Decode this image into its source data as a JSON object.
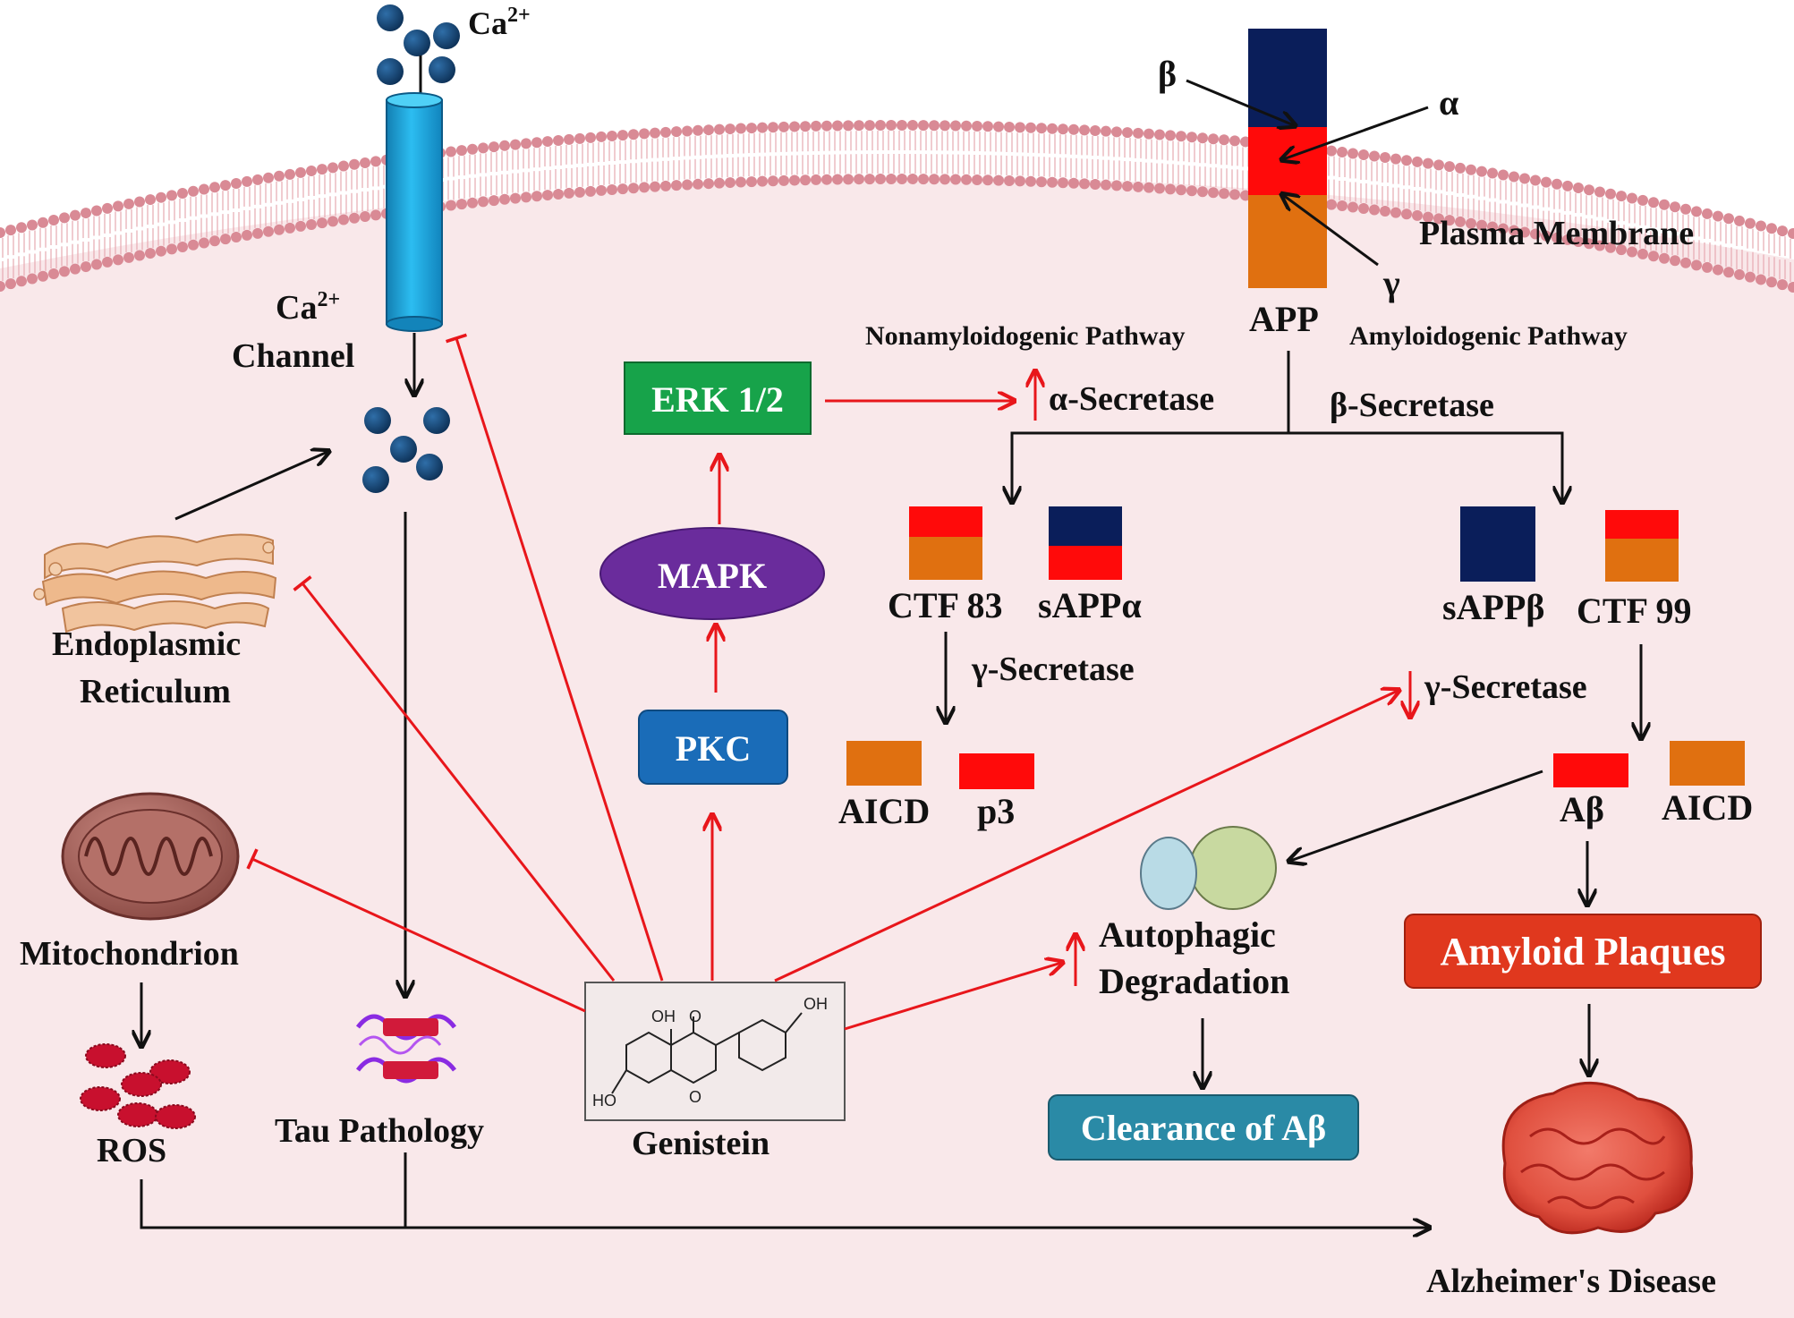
{
  "labels": {
    "ca_top": "Ca",
    "ca_top_sup": "2+",
    "ca_channel_line1": "Ca",
    "ca_channel_sup": "2+",
    "ca_channel_line2": "Channel",
    "beta": "β",
    "alpha": "α",
    "gamma": "γ",
    "plasma_membrane": "Plasma Membrane",
    "app": "APP",
    "nonamyloidogenic": "Nonamyloidogenic Pathway",
    "amyloidogenic": "Amyloidogenic Pathway",
    "alpha_secretase": "α-Secretase",
    "beta_secretase": "β-Secretase",
    "ctf83": "CTF 83",
    "sappa": "sAPPα",
    "sappb": "sAPPβ",
    "ctf99": "CTF 99",
    "gamma_secretase_left": "γ-Secretase",
    "gamma_secretase_right": "γ-Secretase",
    "aicd_left": "AICD",
    "p3": "p3",
    "abeta": "Aβ",
    "aicd_right": "AICD",
    "autophagic_line1": "Autophagic",
    "autophagic_line2": "Degradation",
    "er_line1": "Endoplasmic",
    "er_line2": "Reticulum",
    "mitochondrion": "Mitochondrion",
    "ros": "ROS",
    "tau": "Tau Pathology",
    "genistein": "Genistein",
    "alzheimers": "Alzheimer's Disease",
    "oh1": "OH",
    "o1": "O",
    "oh2": "OH",
    "ho": "HO",
    "o2": "O"
  },
  "boxes": {
    "erk": "ERK 1/2",
    "mapk": "MAPK",
    "pkc": "PKC",
    "amyloid_plaques": "Amyloid Plaques",
    "clearance": "Clearance of Aβ"
  },
  "colors": {
    "cell_bg": "#f9e8ea",
    "membrane": "#d98a95",
    "inhibit_red": "#e8161b",
    "arrow_black": "#111111",
    "ion_blue": "#13446e",
    "channel_blue": "#1ea4dd",
    "app_navy": "#0a1e5a",
    "app_red": "#ff0a0a",
    "app_orange": "#e07010",
    "erk_green": "#17a34a",
    "mapk_purple": "#6a2c9c",
    "pkc_blue": "#1a6cb8",
    "plaques_red": "#e0381e",
    "clearance_teal": "#2a8aa6"
  }
}
